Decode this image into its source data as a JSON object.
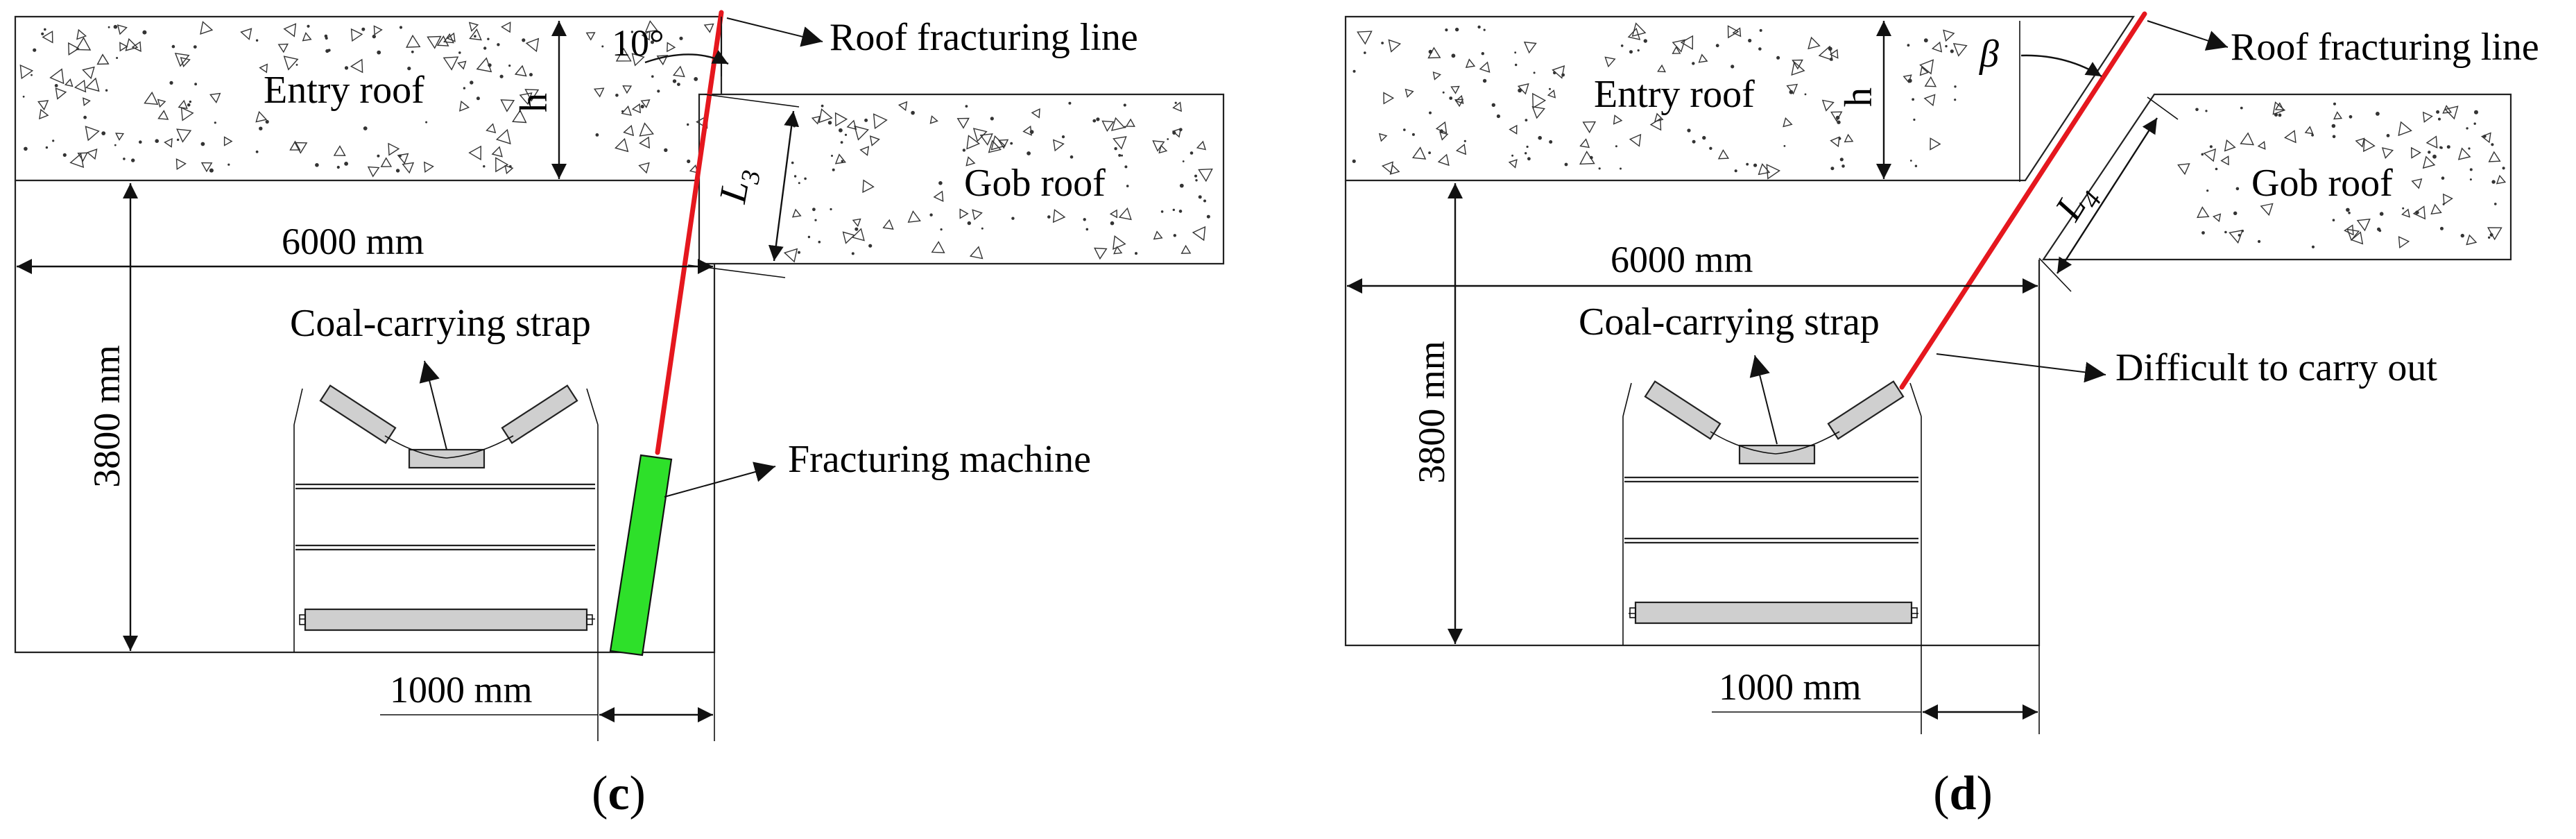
{
  "colors": {
    "fracture_line": "#e5171e",
    "fracturing_machine": "#2ee02a",
    "roller": "#cfcfcf",
    "outline": "#222222"
  },
  "panel_c": {
    "panel_label": "c",
    "entry_roof": "Entry roof",
    "gob_roof": "Gob roof",
    "roof_height_symbol": "h",
    "angle_label": "10°",
    "cut_length_symbol": "L",
    "cut_length_subscript": "3",
    "entry_width": "6000 mm",
    "entry_height": "3800 mm",
    "clearance_width": "1000 mm",
    "roof_fracturing_line": "Roof fracturing line",
    "coal_carrying_strap": "Coal-carrying strap",
    "fracturing_machine": "Fracturing machine"
  },
  "panel_d": {
    "panel_label": "d",
    "entry_roof": "Entry roof",
    "gob_roof": "Gob roof",
    "roof_height_symbol": "h",
    "angle_label": "β",
    "cut_length_symbol": "L",
    "cut_length_subscript": "4",
    "entry_width": "6000 mm",
    "entry_height": "3800 mm",
    "clearance_width": "1000 mm",
    "roof_fracturing_line": "Roof fracturing line",
    "coal_carrying_strap": "Coal-carrying strap",
    "difficult_note": "Difficult to carry out"
  }
}
